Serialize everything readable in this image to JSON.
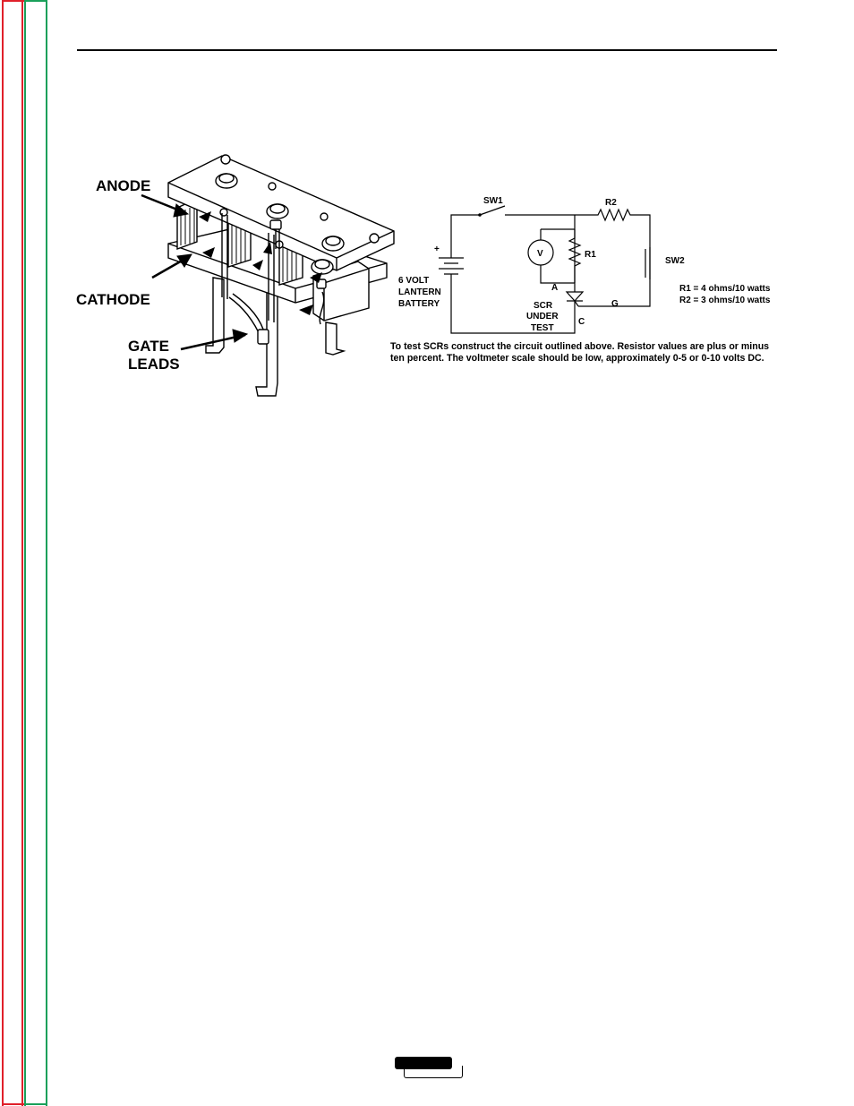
{
  "figure": {
    "labels": {
      "anode": "ANODE",
      "cathode": "CATHODE",
      "gate_line1": "GATE",
      "gate_line2": "LEADS"
    }
  },
  "circuit": {
    "sw1": "SW1",
    "r2": "R2",
    "r1": "R1",
    "sw2": "SW2",
    "voltmeter": "V",
    "plus": "+",
    "battery_line1": "6 VOLT",
    "battery_line2": "LANTERN",
    "battery_line3": "BATTERY",
    "node_a": "A",
    "node_g": "G",
    "node_c": "C",
    "scr_line1": "SCR",
    "scr_line2": "UNDER",
    "scr_line3": "TEST",
    "r1_value": "R1 = 4 ohms/10 watts",
    "r2_value": "R2 = 3 ohms/10 watts"
  },
  "caption": "To test SCRs construct the circuit outlined above. Resistor values are plus or minus ten percent. The voltmeter scale should be low, approximately 0-5 or 0-10 volts DC."
}
